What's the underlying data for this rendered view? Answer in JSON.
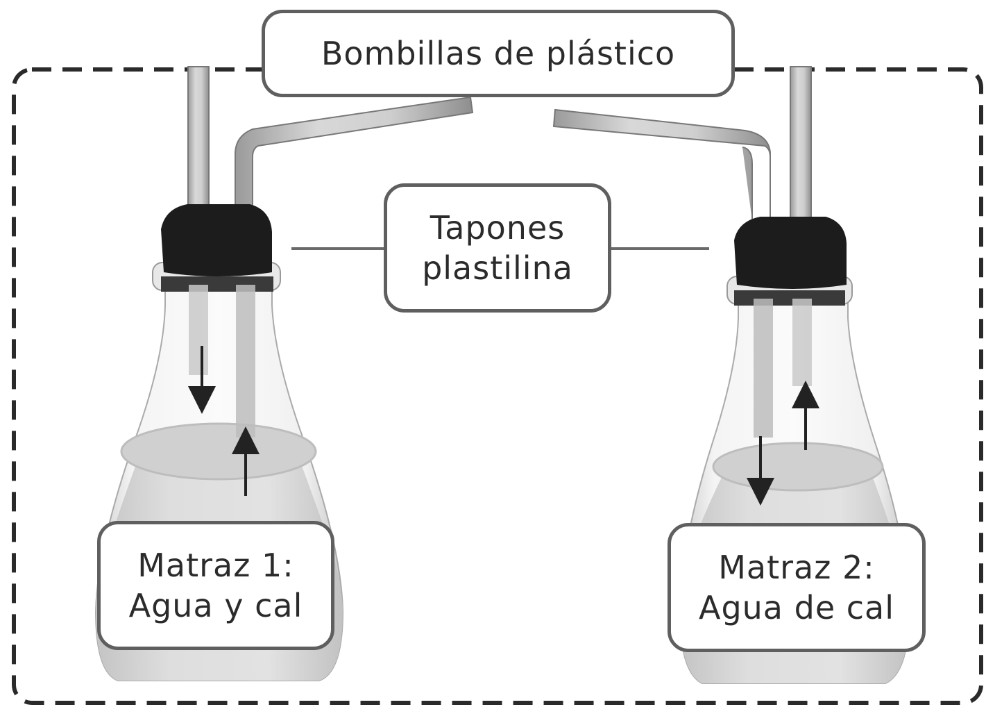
{
  "labels": {
    "straws": "Bombillas de plástico",
    "stoppers_line1": "Tapones",
    "stoppers_line2": "plastilina",
    "flask1_line1": "Matraz 1:",
    "flask1_line2": "Agua y cal",
    "flask2_line1": "Matraz 2:",
    "flask2_line2": "Agua de cal"
  },
  "colors": {
    "border": "#5f5f5f",
    "text": "#2b2b2b",
    "stopper": "#1c1c1c",
    "liquid": "#d6d6d6",
    "glass": "#eeeeee"
  }
}
